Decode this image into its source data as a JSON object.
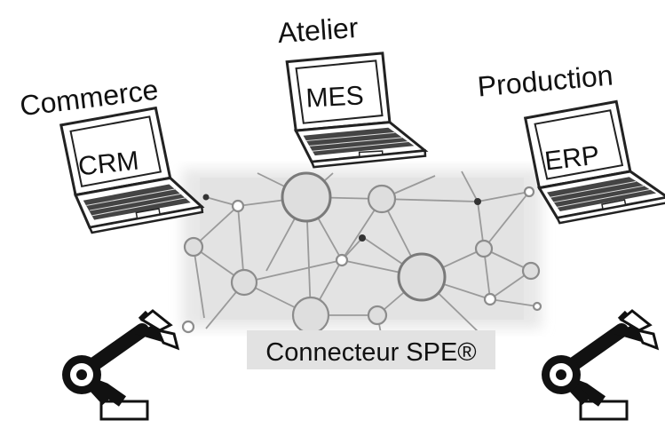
{
  "top_labels": {
    "commerce": "Commerce",
    "atelier": "Atelier",
    "production": "Production"
  },
  "screens": {
    "crm": "CRM",
    "mes": "MES",
    "erp": "ERP"
  },
  "connector": {
    "label": "Connecteur SPE®"
  },
  "icons": [
    "laptop-icon",
    "robot-arm-icon",
    "network-icon"
  ],
  "colors": {
    "network_bg": "#e6e6e6",
    "node_fill": "#dedede",
    "stroke": "#2b2b2b"
  }
}
